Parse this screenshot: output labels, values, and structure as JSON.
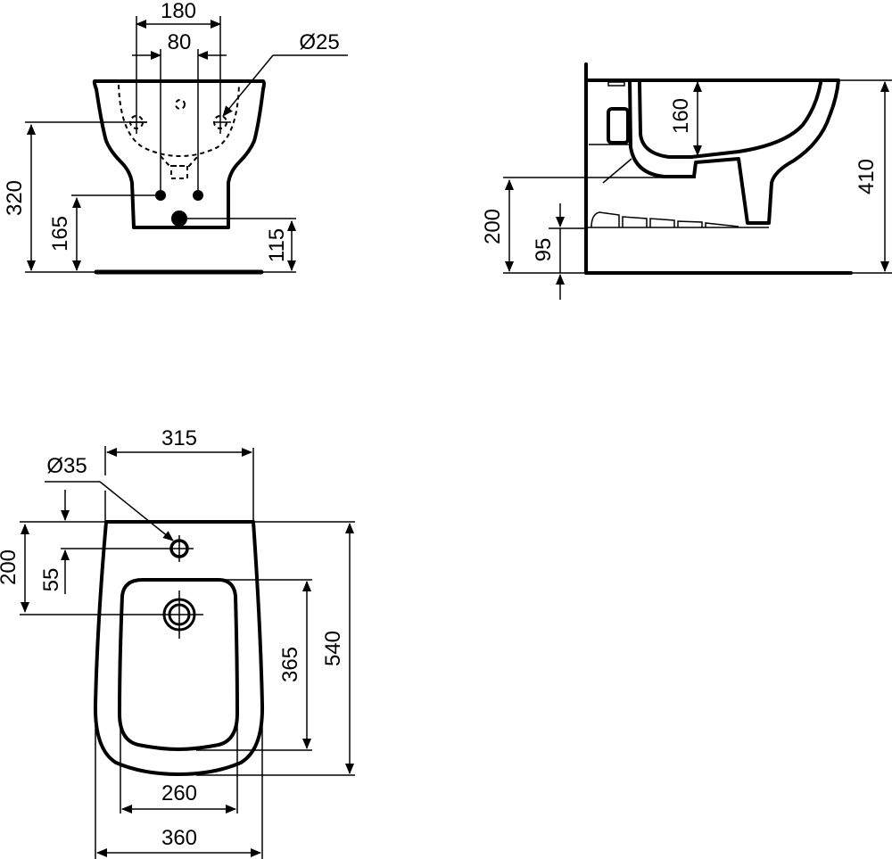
{
  "drawing": {
    "front_view": {
      "dims": {
        "width_outer": "180",
        "width_inner": "80",
        "hole_diameter": "Ø25",
        "height_holes": "320",
        "height_supply": "165",
        "height_waste": "115"
      }
    },
    "side_view": {
      "dims": {
        "bowl_depth": "160",
        "total_height": "410",
        "height_outlet": "200",
        "floor_gap": "95"
      }
    },
    "top_view": {
      "dims": {
        "rim_width": "315",
        "tap_hole_diameter": "Ø35",
        "tap_offset": "55",
        "drain_offset": "200",
        "bowl_length": "365",
        "total_length": "540",
        "bowl_width": "260",
        "total_width": "360"
      }
    },
    "colors": {
      "line": "#000000",
      "background": "#ffffff"
    }
  }
}
